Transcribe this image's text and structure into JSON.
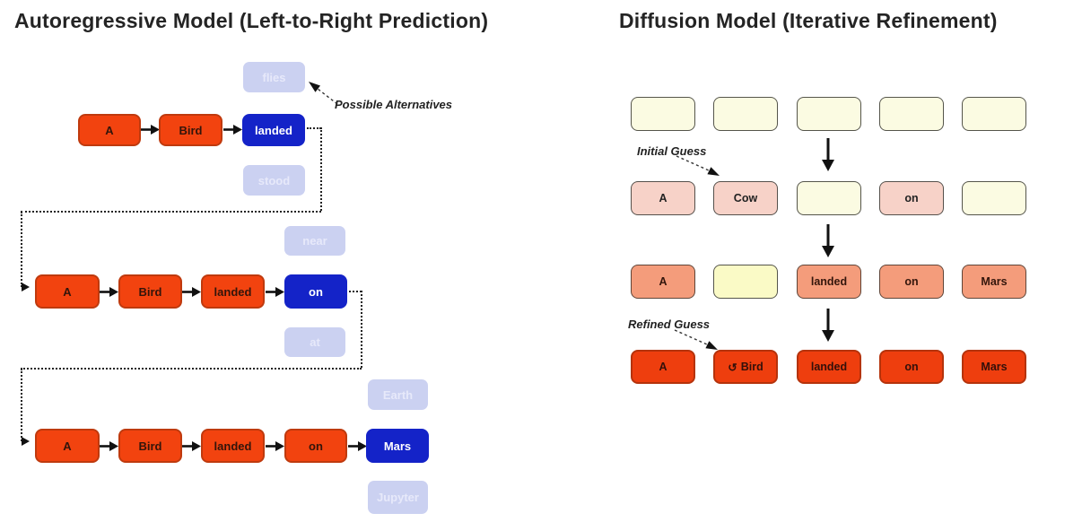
{
  "left_panel": {
    "title": "Autoregressive Model (Left-to-Right Prediction)",
    "possible_alternatives_label": "Possible Alternatives",
    "row1": {
      "tokens": [
        "A",
        "Bird",
        "landed"
      ],
      "alt_above": "flies",
      "alt_below": "stood"
    },
    "row2": {
      "tokens": [
        "A",
        "Bird",
        "landed",
        "on"
      ],
      "alt_above": "near",
      "alt_below": "at"
    },
    "row3": {
      "tokens": [
        "A",
        "Bird",
        "landed",
        "on",
        "Mars"
      ],
      "alt_above": "Earth",
      "alt_below": "Jupyter"
    }
  },
  "right_panel": {
    "title": "Diffusion Model (Iterative Refinement)",
    "initial_guess_label": "Initial Guess",
    "refined_guess_label": "Refined Guess",
    "refresh_icon": "↺",
    "row1": [
      "",
      "",
      "",
      "",
      ""
    ],
    "row2": [
      "A",
      "Cow",
      "",
      "on",
      ""
    ],
    "row3": [
      "A",
      "",
      "landed",
      "on",
      "Mars"
    ],
    "row4": [
      "A",
      "Bird",
      "landed",
      "on",
      "Mars"
    ]
  },
  "colors": {
    "token_orange": "#F2430F",
    "token_orange_border": "#BF3A0E",
    "token_blue": "#1423C8",
    "ghost_lavender": "#CBD1F1",
    "cream": "#FBFBE2",
    "pink": "#F7D2C8",
    "salmon": "#F49C7B",
    "hot_orange": "#EE3E0E",
    "line_black": "#111111",
    "title_text": "#242424"
  }
}
